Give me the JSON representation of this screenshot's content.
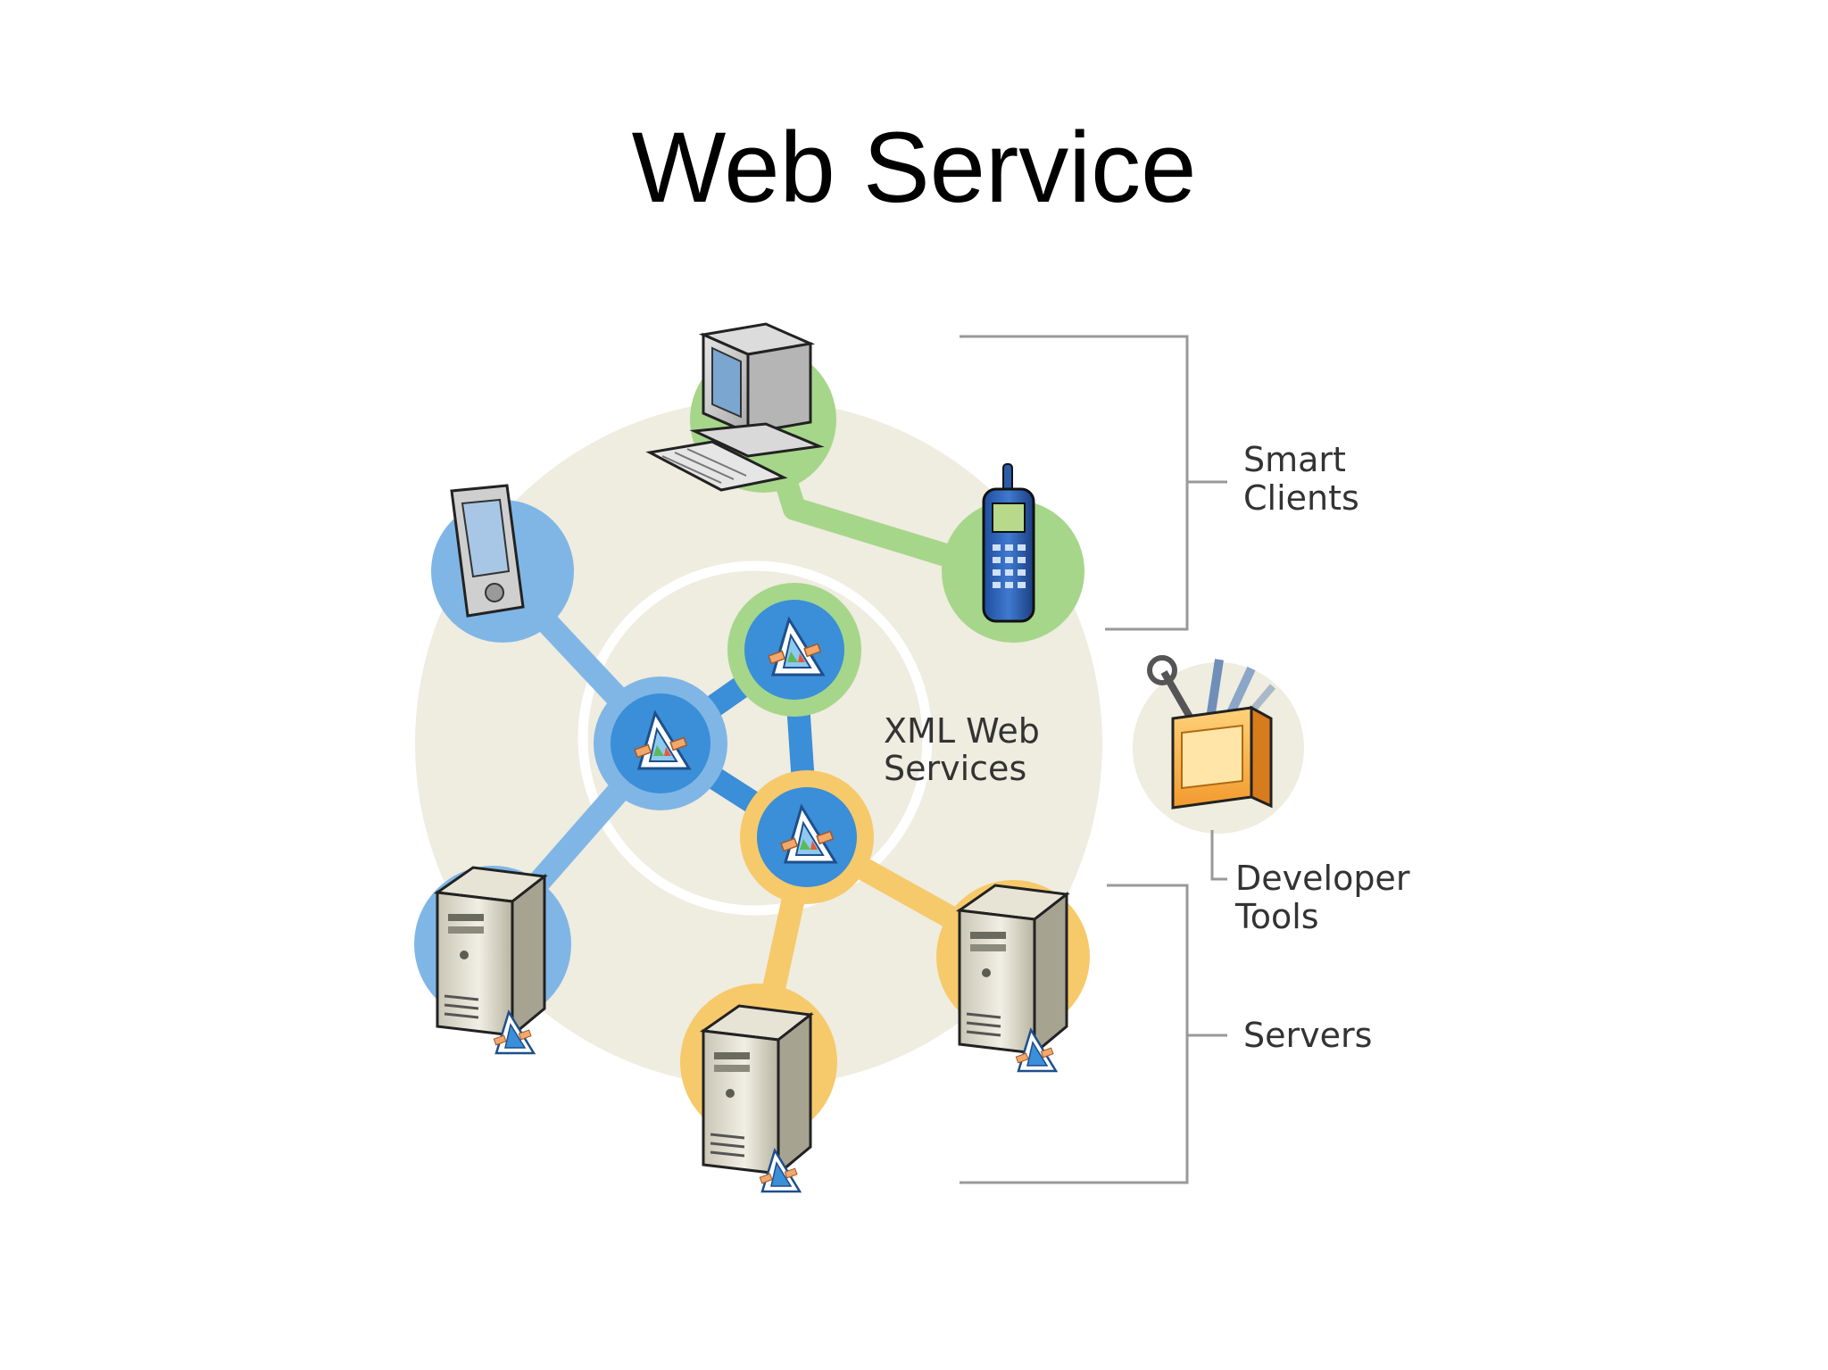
{
  "slide": {
    "title": "Web Service"
  },
  "diagram": {
    "center_label": [
      "XML Web",
      "Services"
    ],
    "bracket_labels": {
      "smart_clients": [
        "Smart",
        "Clients"
      ],
      "developer_tools": [
        "Developer",
        "Tools"
      ],
      "servers": [
        "Servers"
      ]
    },
    "nodes": [
      {
        "name": "desktop-computer",
        "icon": "desktop-computer-icon",
        "group": "smart-clients"
      },
      {
        "name": "mobile-phone",
        "icon": "mobile-phone-icon",
        "group": "smart-clients"
      },
      {
        "name": "pda",
        "icon": "pda-icon",
        "group": "smart-clients"
      },
      {
        "name": "developer-toolbox",
        "icon": "toolbox-icon",
        "group": "developer-tools"
      },
      {
        "name": "server-left",
        "icon": "server-icon",
        "group": "servers"
      },
      {
        "name": "server-bottom",
        "icon": "server-icon",
        "group": "servers"
      },
      {
        "name": "server-right",
        "icon": "server-icon",
        "group": "servers"
      },
      {
        "name": "xml-service-top",
        "icon": "xml-web-service-icon",
        "group": "xml-web-services"
      },
      {
        "name": "xml-service-left",
        "icon": "xml-web-service-icon",
        "group": "xml-web-services"
      },
      {
        "name": "xml-service-bottom",
        "icon": "xml-web-service-icon",
        "group": "xml-web-services"
      }
    ],
    "colors": {
      "outer_ring": "#efece0",
      "inner_ring": "#ffffff",
      "green": "#a6d68a",
      "blue": "#7fb6e6",
      "orange": "#f6c96a",
      "service_core": "#3b8ed8",
      "bracket": "#999999",
      "label": "#333333"
    }
  }
}
